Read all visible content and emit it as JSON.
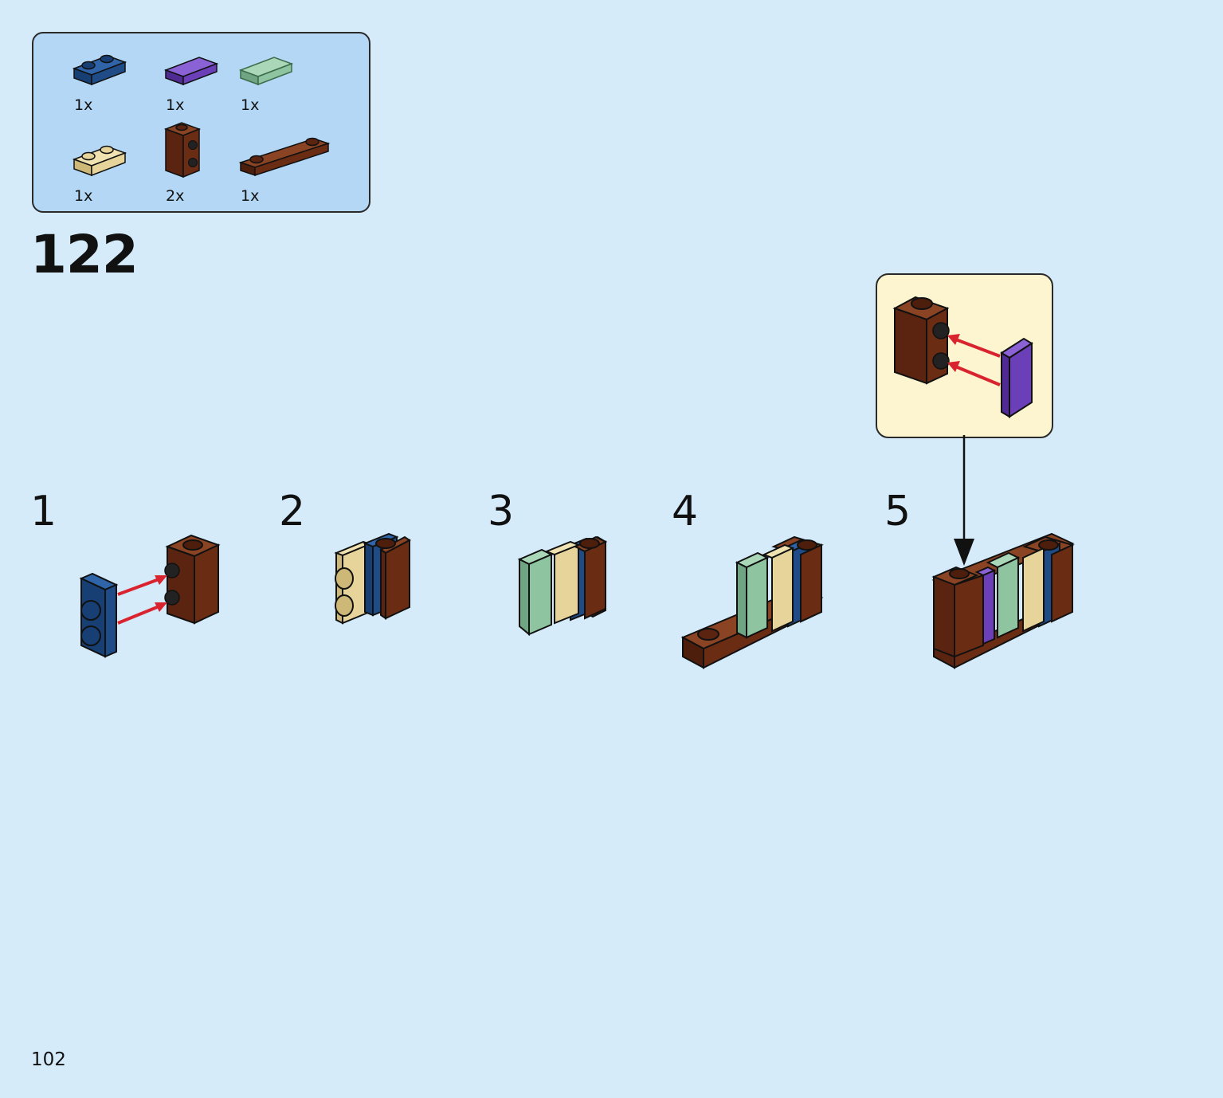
{
  "colors": {
    "page_bg": "#d5ebfa",
    "parts_box_bg": "#b3d7f4",
    "callout_bg": "#fdf5cf",
    "dark_blue": "#1f4b86",
    "purple": "#6a3fb8",
    "sand_green": "#8ec4a0",
    "tan": "#e6d49a",
    "reddish_brown": "#6b2c14",
    "arrow_red": "#d9232e"
  },
  "parts_list": [
    {
      "icon": "dark-blue-plate-1x2-icon",
      "qty": "1x"
    },
    {
      "icon": "purple-tile-1x2-icon",
      "qty": "1x"
    },
    {
      "icon": "sand-green-tile-1x2-icon",
      "qty": "1x"
    },
    {
      "icon": "tan-plate-1x2-icon",
      "qty": "1x"
    },
    {
      "icon": "brown-brick-studs-on-side-icon",
      "qty": "2x"
    },
    {
      "icon": "brown-plate-1x4-icon",
      "qty": "1x"
    }
  ],
  "step_number": "122",
  "substeps": [
    {
      "number": "1"
    },
    {
      "number": "2"
    },
    {
      "number": "3"
    },
    {
      "number": "4"
    },
    {
      "number": "5"
    }
  ],
  "page_number": "102"
}
